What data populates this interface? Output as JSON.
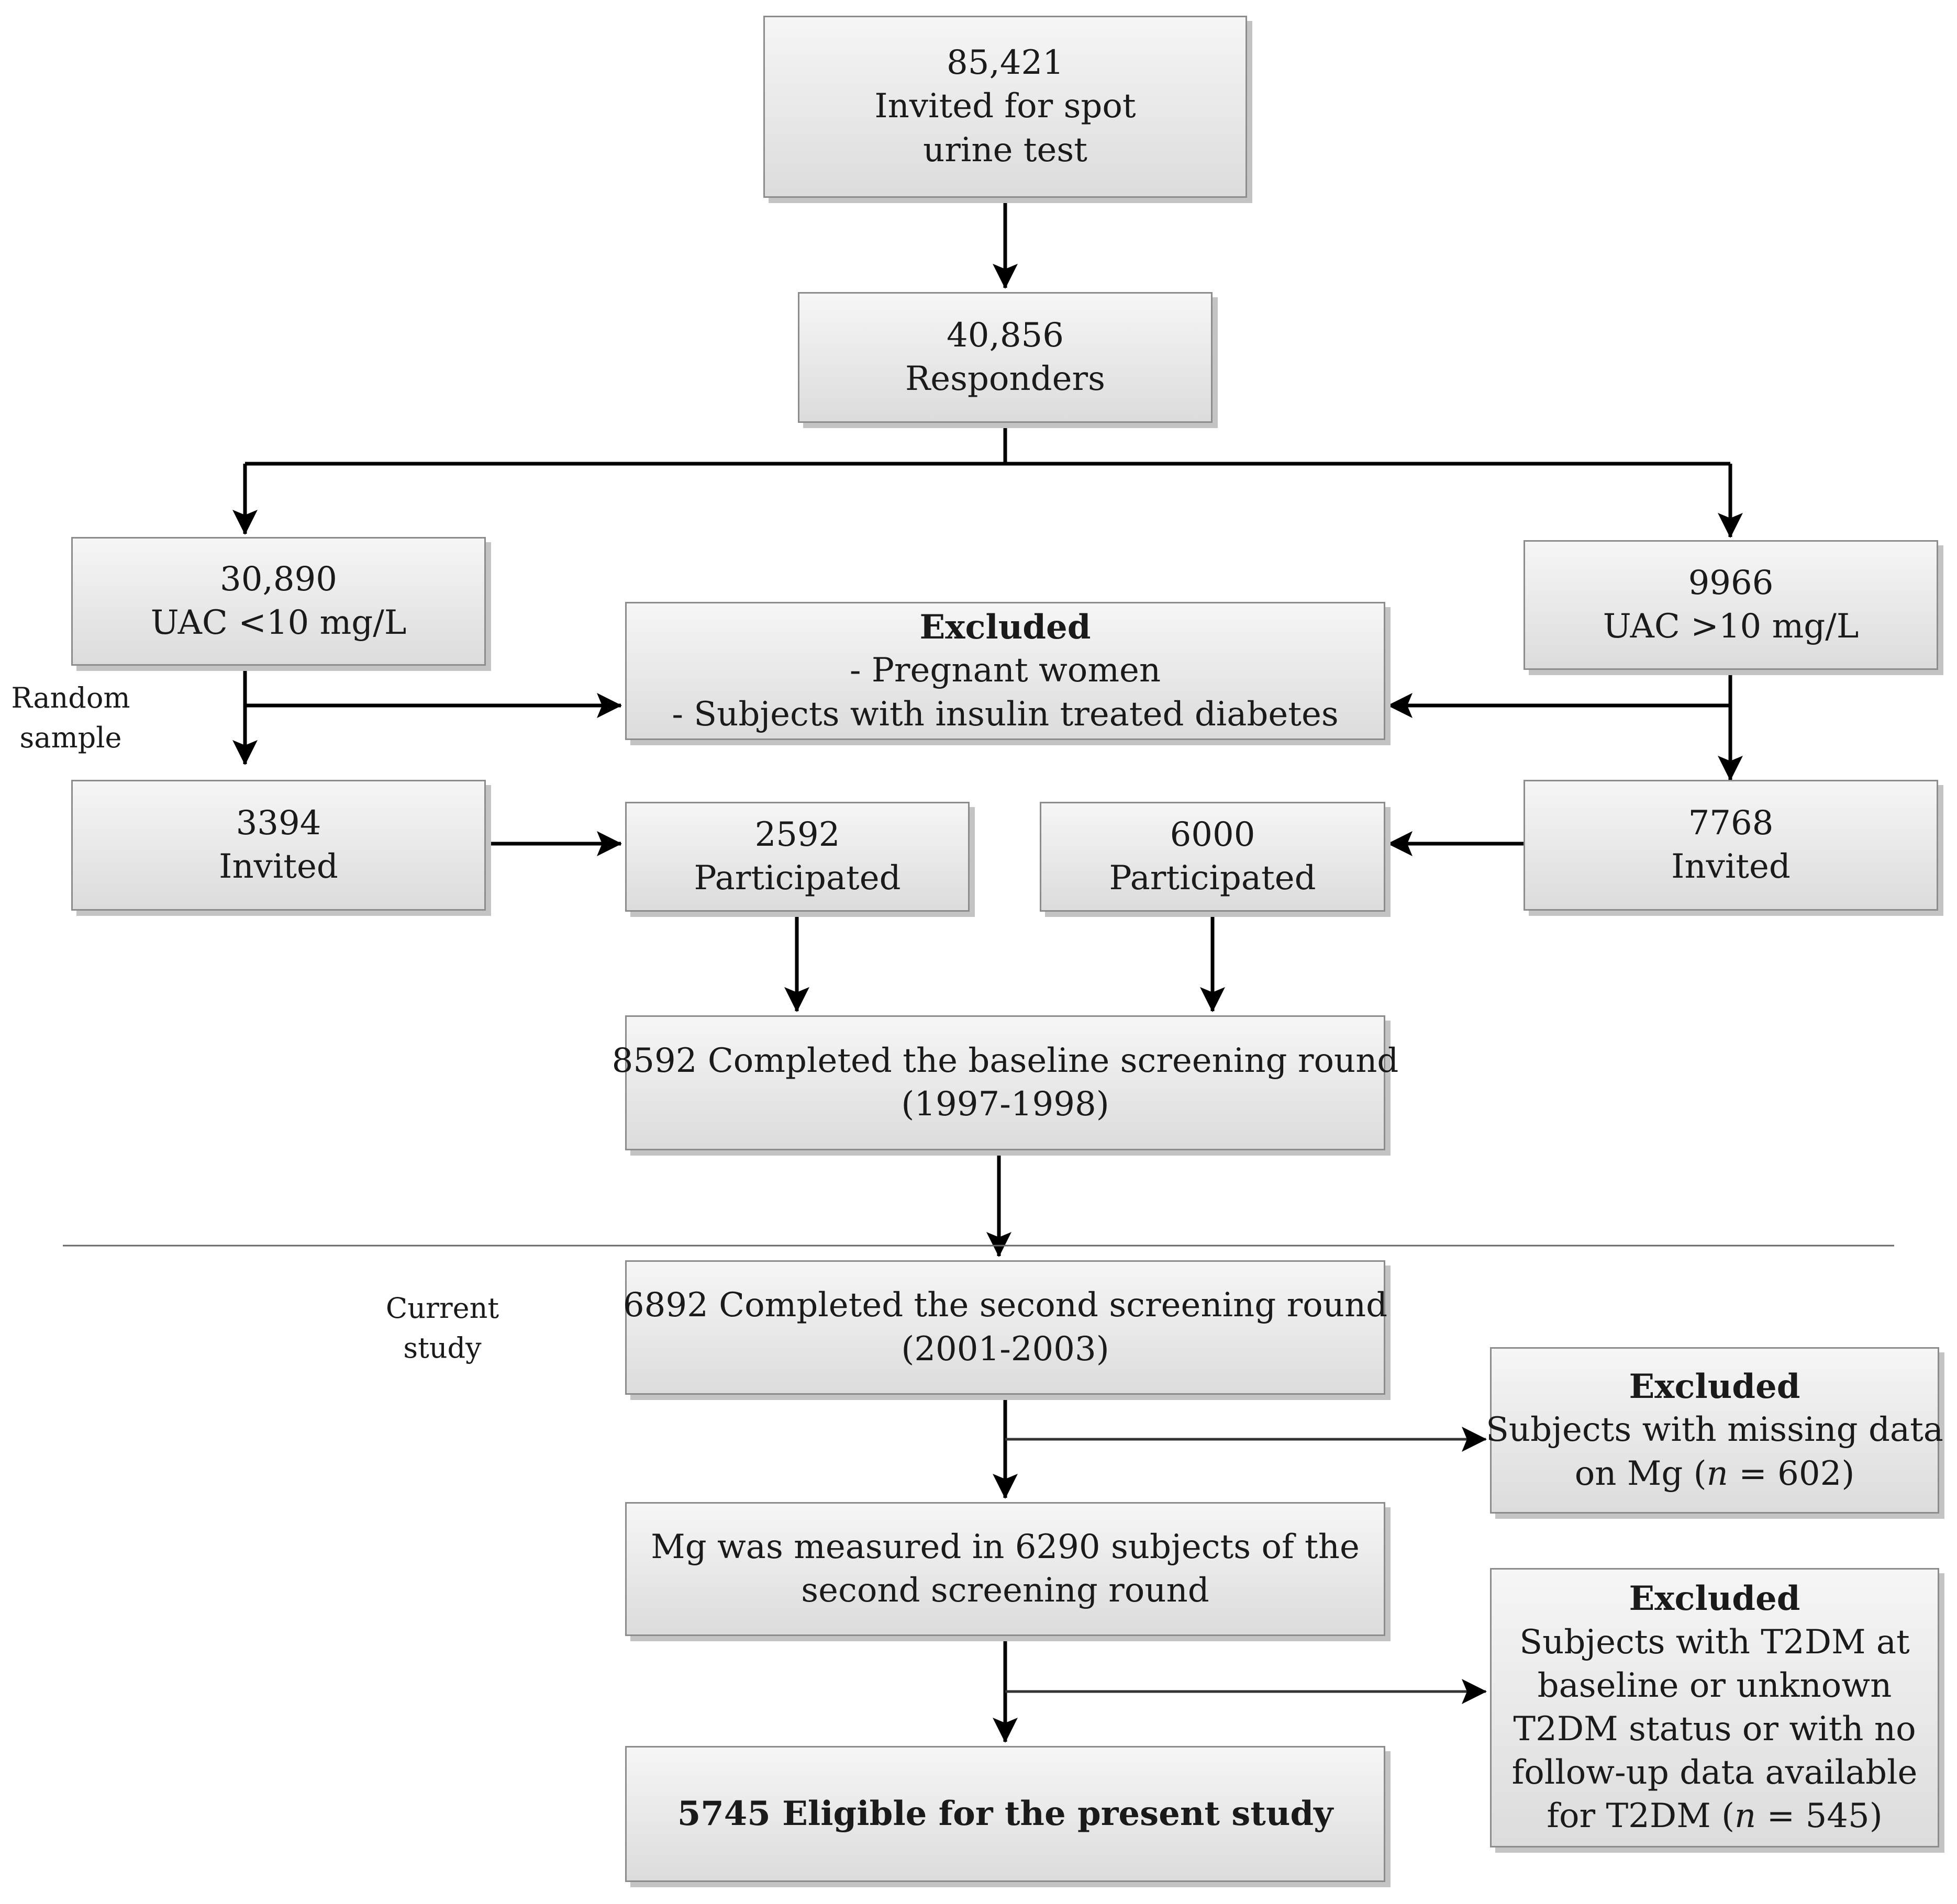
{
  "boxes": {
    "invited_spot": {
      "count": "85,421",
      "line1": "Invited for spot",
      "line2": "urine test"
    },
    "responders": {
      "count": "40,856",
      "label": "Responders"
    },
    "uac_low": {
      "count": "30,890",
      "label": "UAC <10 mg/L"
    },
    "uac_high": {
      "count": "9966",
      "label": "UAC >10 mg/L"
    },
    "excluded_top": {
      "title": "Excluded",
      "item1": "- Pregnant women",
      "item2": "- Subjects with insulin treated diabetes"
    },
    "invited_left": {
      "count": "3394",
      "label": "Invited"
    },
    "participated_left": {
      "count": "2592",
      "label": "Participated"
    },
    "participated_right": {
      "count": "6000",
      "label": "Participated"
    },
    "invited_right": {
      "count": "7768",
      "label": "Invited"
    },
    "baseline": {
      "line1": "8592 Completed the baseline screening round",
      "line2": "(1997-1998)"
    },
    "second_round": {
      "line1": "6892 Completed the second screening round",
      "line2": "(2001-2003)"
    },
    "excluded_mg": {
      "title": "Excluded",
      "line1": "Subjects with missing data",
      "line2_pre": "on Mg (",
      "n": "n",
      "line2_post": " = 602)"
    },
    "mg_measured": {
      "line1": "Mg was measured in 6290 subjects of the",
      "line2": "second screening round"
    },
    "excluded_t2dm": {
      "title": "Excluded",
      "line1": "Subjects with T2DM at",
      "line2": "baseline or unknown",
      "line3": "T2DM status or with no",
      "line4": "follow-up data available",
      "line5_pre": "for T2DM (",
      "n": "n",
      "line5_post": " = 545)"
    },
    "eligible": {
      "label": "5745 Eligible for the present study"
    }
  },
  "labels": {
    "random_sample": {
      "line1": "Random",
      "line2": "sample"
    },
    "current_study": {
      "line1": "Current",
      "line2": "study"
    }
  }
}
